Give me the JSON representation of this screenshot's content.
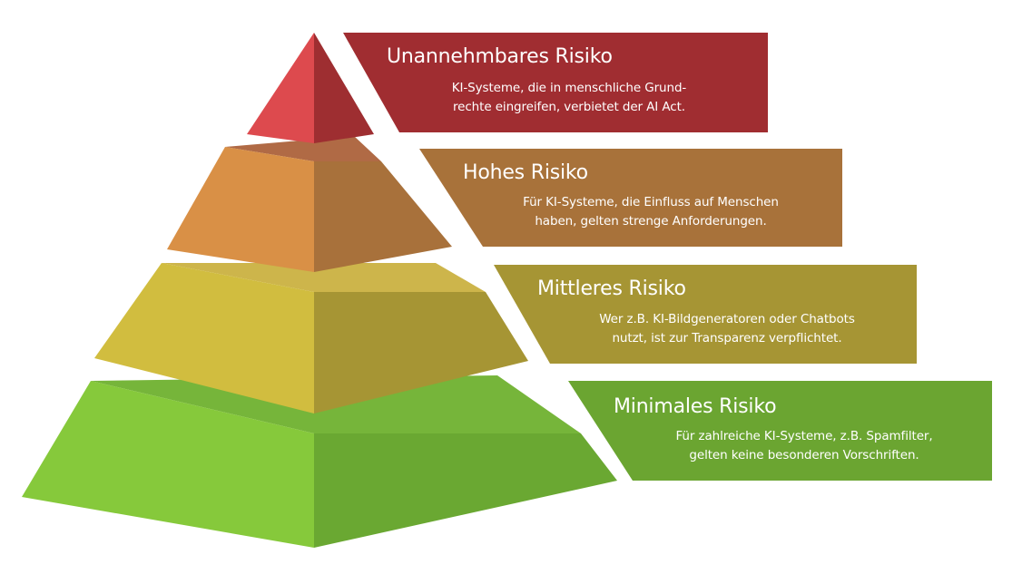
{
  "levels": [
    {
      "title": "Unannehmbares Risiko",
      "line1": "KI-Systeme, die in menschliche Grund-",
      "line2": "rechte eingreifen, verbietet der AI Act.",
      "color": "#a02d31",
      "left_face": "#dd4a4e",
      "right_face": "#9e2e31"
    },
    {
      "title": "Hohes Risiko",
      "line1": "Für KI-Systeme, die Einfluss auf Menschen",
      "line2": "haben, gelten strenge Anforderungen.",
      "color": "#a8723a",
      "left_face": "#d99046",
      "right_face": "#a8713b",
      "top_face": "#b06a45"
    },
    {
      "title": "Mittleres Risiko",
      "line1": "Wer z.B. KI-Bildgeneratoren oder Chatbots",
      "line2": "nutzt, ist zur Transparenz verpflichtet.",
      "color": "#a69534",
      "left_face": "#d1bd3f",
      "right_face": "#a69534",
      "top_face": "#cdb54b"
    },
    {
      "title": "Minimales Risiko",
      "line1": "Für zahlreiche KI-Systeme, z.B. Spamfilter,",
      "line2": "gelten keine besonderen Vorschriften.",
      "color": "#6ba531",
      "left_face": "#86c93b",
      "right_face": "#6aa832",
      "top_face": "#76b53a"
    }
  ]
}
